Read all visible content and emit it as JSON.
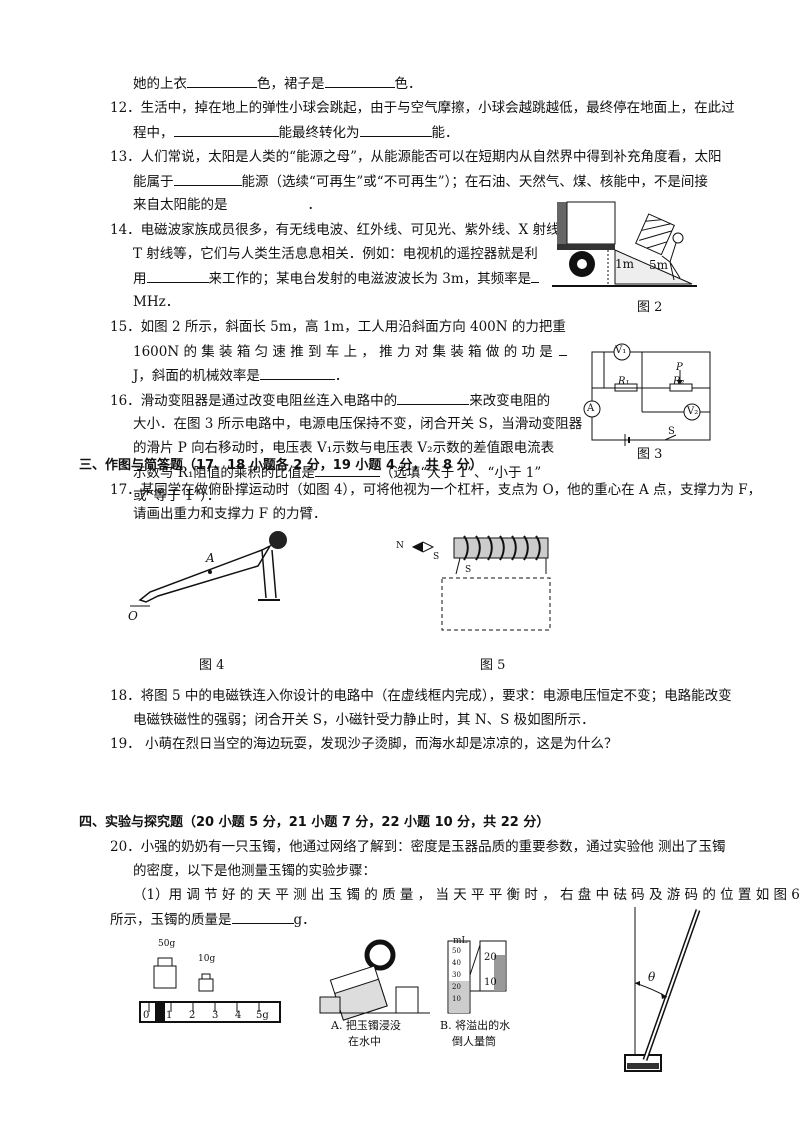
{
  "q11": {
    "pre": "她的上衣",
    "mid": "色，裙子是",
    "post": "色．"
  },
  "q12": {
    "line1": "12．生活中，掉在地上的弹性小球会跳起，由于与空气摩擦，小球会越跳越低，最终停在地面上，在此过",
    "l2a": "程中，",
    "l2b": "能最终转化为",
    "l2c": "能．"
  },
  "q13": {
    "line1": "13．人们常说，太阳是人类的“能源之母”，从能源能否可以在短期内从自然界中得到补充角度看，太阳",
    "l2a": "能属于",
    "l2b": "能源（选续“可再生”或“不可再生”）；在石油、天然气、煤、核能中，不是间接",
    "l3a": "来自太阳能的是",
    "l3b": "．"
  },
  "q14": {
    "line1": "14．电磁波家族成员很多，有无线电波、红外线、可见光、紫外线、X 射线、",
    "line2": "Τ 射线等，它们与人类生活息息相关．例如：电视机的遥控器就是利",
    "l3a": "用",
    "l3b": "来工作的；某电台发射的电滋波波长为 3m，其频率是",
    "line4": "MHz．"
  },
  "q15": {
    "line1": "15．如图 2 所示，斜面长 5m，高 1m，工人用沿斜面方向 400N 的力把重",
    "line2": "1600N 的 集 装 箱 匀 速 推 到 车 上 ， 推 力 对 集 装 箱 做 的 功 是",
    "l3a": "J，斜面的机械效率是",
    "l3b": "．"
  },
  "q16": {
    "l1a": "16．滑动变阻器是通过改变电阻丝连入电路中的",
    "l1b": "来改变电阻的",
    "line2": "大小．在图 3 所示电路中，电源电压保持不变，闭合开关 S，当滑动变阻器",
    "line3": "的滑片 P 向右移动时，电压表 V₁示数与电压表 V₂示数的差值跟电流表",
    "l4a": "示数与 R₁阻值的乘积的比值是",
    "l4b": "（选填“大于 1”、“小于 1”",
    "line5": "或“等于 1”）．"
  },
  "fig2": {
    "caption": "图 2",
    "h_label": "1m",
    "s_label": "5m"
  },
  "fig3": {
    "caption": "图 3",
    "v1": "V₁",
    "v2": "V₂",
    "a": "A",
    "p": "P",
    "r1": "R₁",
    "r2": "R₂",
    "s": "S"
  },
  "section3": {
    "title": "三、作图与简答题（17、18 小题各 2 分，19 小题 4 分，共 8 分）"
  },
  "q17": {
    "line1": "17．某同学在做俯卧撑运动时（如图 4），可将他视为一个杠杆，支点为 O，他的重心在 A 点，支撑力为 F，",
    "line2": "请画出重力和支撑力 F 的力臂．"
  },
  "fig4": {
    "caption": "图 4",
    "a": "A",
    "o": "O"
  },
  "fig5": {
    "caption": "图 5",
    "n": "N",
    "s": "S",
    "s2": "S"
  },
  "q18": {
    "line1": "18．将图 5 中的电磁铁连入你设计的电路中（在虚线框内完成），要求：电源电压恒定不变；电路能改变",
    "line2": "电磁铁磁性的强弱；闭合开关 S，小磁针受力静止时，其 N、S 极如图所示．"
  },
  "q19": {
    "line1": "19． 小萌在烈日当空的海边玩耍，发现沙子烫脚，而海水却是凉凉的，这是为什么？"
  },
  "section4": {
    "title": "四、实验与探究题（20 小题 5 分，21 小题 7 分，22 小题 10 分，共 22 分）"
  },
  "q20": {
    "line1": "20．小强的奶奶有一只玉镯，他通过网络了解到：密度是玉器品质的重要参数，通过实验他  测出了玉镯",
    "line2": "的密度，以下是他测量玉镯的实验步骤：",
    "line3": "（1）用 调 节 好 的 天 平 测 出 玉 镯 的 质 量 ， 当 天 平 平 衡 时 ， 右 盘 中 砝 码 及 游 码 的 位 置 如 图 6",
    "l4a": "所示，玉镯的质量是",
    "l4b": "g．"
  },
  "fig6": {
    "w50": "50g",
    "w10": "10g",
    "scale": [
      "0",
      "1",
      "2",
      "3",
      "4",
      "5g"
    ]
  },
  "figAB": {
    "a1": "A. 把玉镯浸没",
    "a2": "在水中",
    "b1": "B. 将溢出的水",
    "b2": "倒人量筒",
    "ml": "mL",
    "marks": [
      "50",
      "40",
      "30",
      "20",
      "10"
    ],
    "zoom": [
      "20",
      "10"
    ]
  },
  "figTheta": {
    "theta": "θ"
  }
}
